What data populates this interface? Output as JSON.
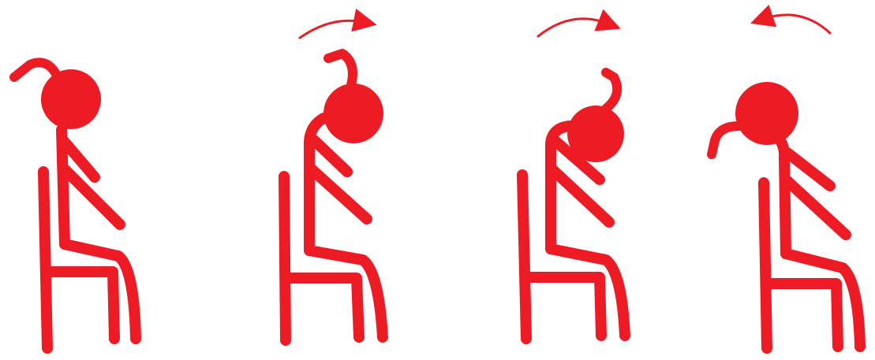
{
  "illustration": {
    "color": "#ED1C24",
    "figures": [
      {
        "id": "figure-1",
        "pose": "sitting-head-upright",
        "arrow": "none"
      },
      {
        "id": "figure-2",
        "pose": "sitting-head-tilted-forward",
        "arrow": "clockwise"
      },
      {
        "id": "figure-3",
        "pose": "sitting-head-tilted-further",
        "arrow": "clockwise"
      },
      {
        "id": "figure-4",
        "pose": "sitting-head-tilted-back",
        "arrow": "counterclockwise"
      }
    ]
  }
}
